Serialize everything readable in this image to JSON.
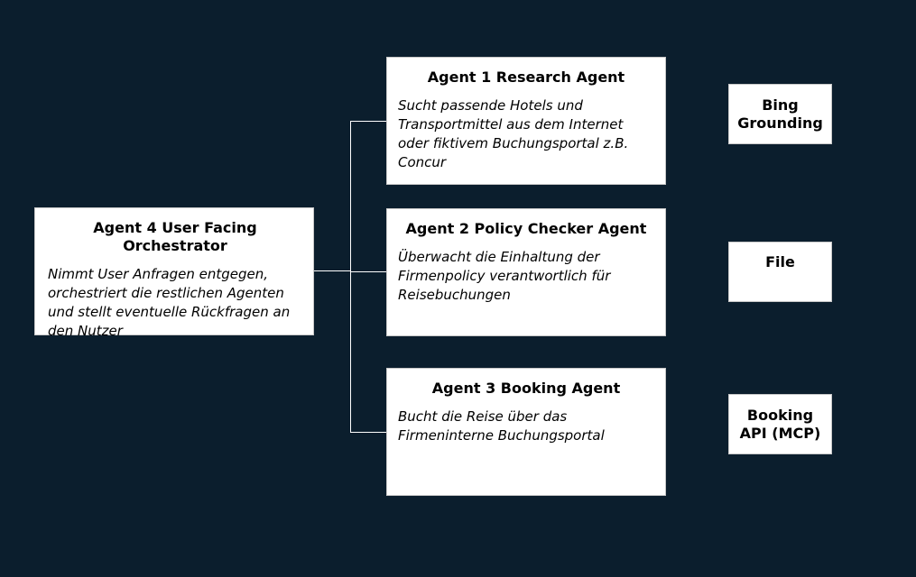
{
  "colors": {
    "background": "#0b1e2d",
    "box_fill": "#ffffff",
    "connector": "#ffffff"
  },
  "orchestrator": {
    "title": "Agent 4 User Facing Orchestrator",
    "description": "Nimmt User Anfragen entgegen, orchestriert die restlichen Agenten und stellt eventuelle Rückfragen an den Nutzer"
  },
  "agents": [
    {
      "title": "Agent 1 Research Agent",
      "description": "Sucht passende Hotels und Transportmittel aus dem Internet oder fiktivem Buchungsportal z.B. Concur"
    },
    {
      "title": "Agent 2 Policy Checker Agent",
      "description": "Überwacht die Einhaltung der Firmenpolicy verantwortlich für Reisebuchungen"
    },
    {
      "title": "Agent 3 Booking Agent",
      "description": "Bucht die Reise über das Firmeninterne Buchungsportal"
    }
  ],
  "tools": [
    {
      "label": "Bing\nGrounding"
    },
    {
      "label": "File"
    },
    {
      "label": "Booking\nAPI (MCP)"
    }
  ]
}
